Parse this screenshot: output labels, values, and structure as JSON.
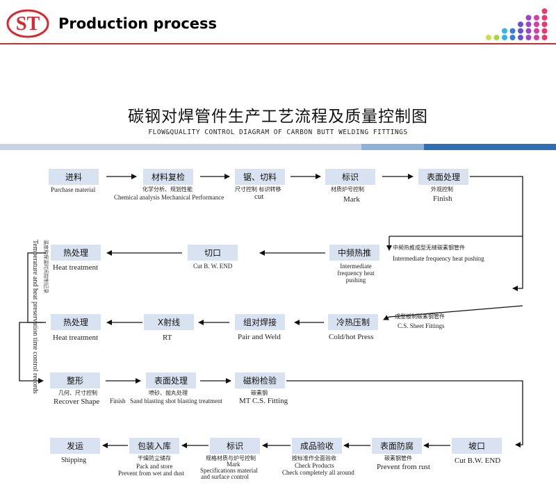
{
  "header": {
    "logo_text": "ST",
    "title": "Production process"
  },
  "diagram": {
    "title_cn": "碳钢对焊管件生产工艺流程及质量控制图",
    "title_en": "FLOW&QUALITY CONTROL DIAGRAM OF CARBON BUTT WELDING FITTINGS",
    "side_note_en": "Temperature and heat preservation time control records",
    "side_note_cn": "温度和保温时间控制记录",
    "nodes": {
      "incoming": {
        "label": "进料",
        "en": "Purchase material"
      },
      "material_check": {
        "label": "材料复检",
        "cn": "化学分析、规划性能",
        "en": "Chemical analysis  Mechanical Performance"
      },
      "saw_cut": {
        "label": "锯、切料",
        "cn": "尺寸控制  标识转移",
        "en": "cut"
      },
      "mark1": {
        "label": "标识",
        "cn": "材质炉号控制",
        "en": "Mark"
      },
      "surface1": {
        "label": "表面处理",
        "cn": "外观控制",
        "en": "Finish"
      },
      "mf_push": {
        "label": "中频热推",
        "en": "Intermediate frequency heat pushing",
        "note_cn": "中频热推成型无缝碳素钢管件",
        "note_en": "Intermediate frequency heat pushing"
      },
      "cut_end": {
        "label": "切口",
        "en": "Cut B. W.  END"
      },
      "heat1": {
        "label": "热处理",
        "en": "Heat treatment"
      },
      "press": {
        "label": "冷热压制",
        "en": "Cold/hot Press",
        "note_cn": "成型板制碳素钢管件",
        "note_en": "C.S. Sheet Fittings"
      },
      "weld": {
        "label": "组对焊接",
        "en": "Pair and Weld"
      },
      "xray": {
        "label": "X射线",
        "en": "RT"
      },
      "heat2": {
        "label": "热处理",
        "en": "Heat treatment"
      },
      "shape": {
        "label": "整形",
        "cn": "几何、尺寸控制",
        "en": "Recover Shape"
      },
      "surface2": {
        "label": "表面处理",
        "cn": "喷砂、抛丸处理",
        "en": "Sand blasting shot blasting treatment",
        "left_en": "Finish"
      },
      "mt": {
        "label": "磁粉检验",
        "cn": "碳素钢",
        "en": "MT C.S. Fitting"
      },
      "bevel": {
        "label": "坡口",
        "en": "Cut B.W. END"
      },
      "anti_rust": {
        "label": "表面防腐",
        "cn": "碳素钢管件",
        "en": "Prevent from rust"
      },
      "inspect": {
        "label": "成品验收",
        "cn": "按标准作全面验收",
        "en": "Check Products",
        "en2": "Check completely all around"
      },
      "mark2": {
        "label": "标识",
        "cn": "规格材质与炉号控制",
        "en": "Mark",
        "en2": "Specifications material",
        "en3": "and surface control"
      },
      "pack": {
        "label": "包装入库",
        "cn": "干燥防尘储存",
        "en": "Pack and store",
        "en2": "Prevent from wet and dust"
      },
      "ship": {
        "label": "发运",
        "en": "Shipping"
      }
    }
  },
  "colors": {
    "header_rule": "#c9302c",
    "logo_red": "#d9282f",
    "box_fill": "#d9e2f0",
    "band_light": "#c8d4e6",
    "band_dark": "#2f6db5"
  }
}
